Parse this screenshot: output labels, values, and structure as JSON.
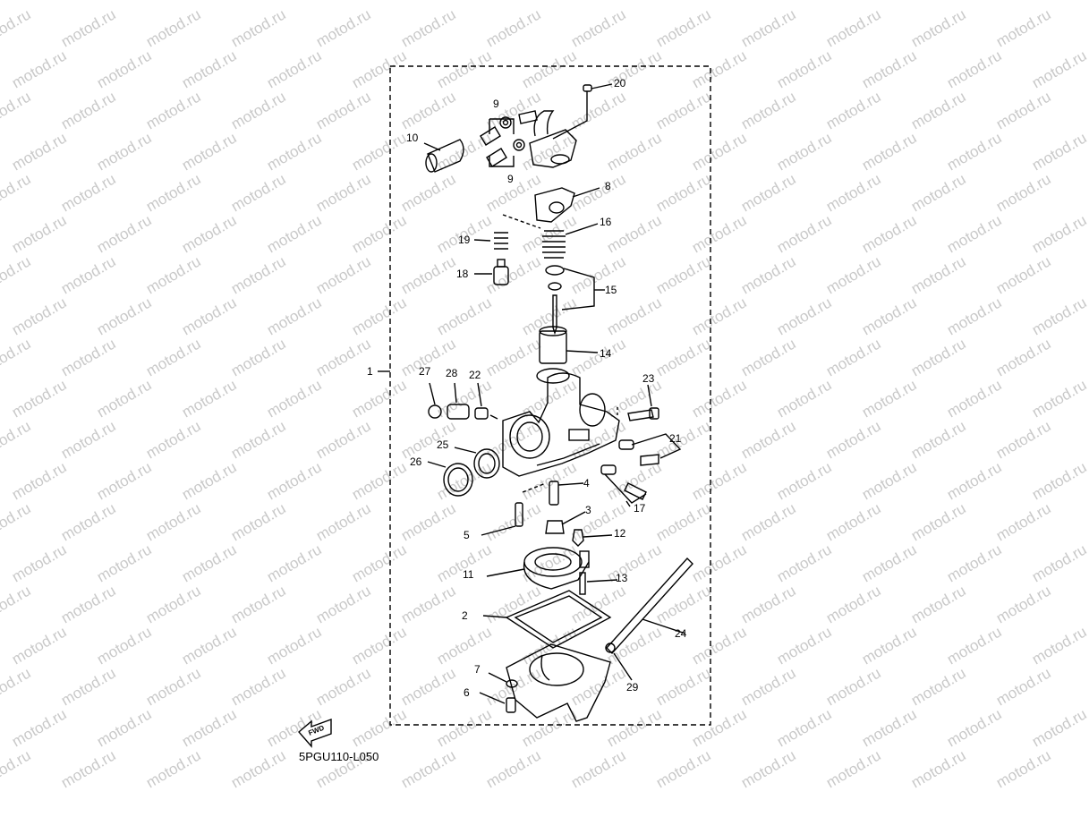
{
  "watermark": "motod.ru",
  "diagram_code": "5PGU110-L050",
  "fwd_label": "FWD",
  "callouts": [
    "1",
    "2",
    "3",
    "4",
    "5",
    "6",
    "7",
    "8",
    "9",
    "9",
    "10",
    "11",
    "12",
    "13",
    "14",
    "15",
    "16",
    "17",
    "18",
    "19",
    "20",
    "21",
    "22",
    "23",
    "24",
    "25",
    "26",
    "27",
    "28",
    "29"
  ],
  "colors": {
    "line": "#000000",
    "watermark": "#c9c9c9",
    "background": "#ffffff"
  }
}
